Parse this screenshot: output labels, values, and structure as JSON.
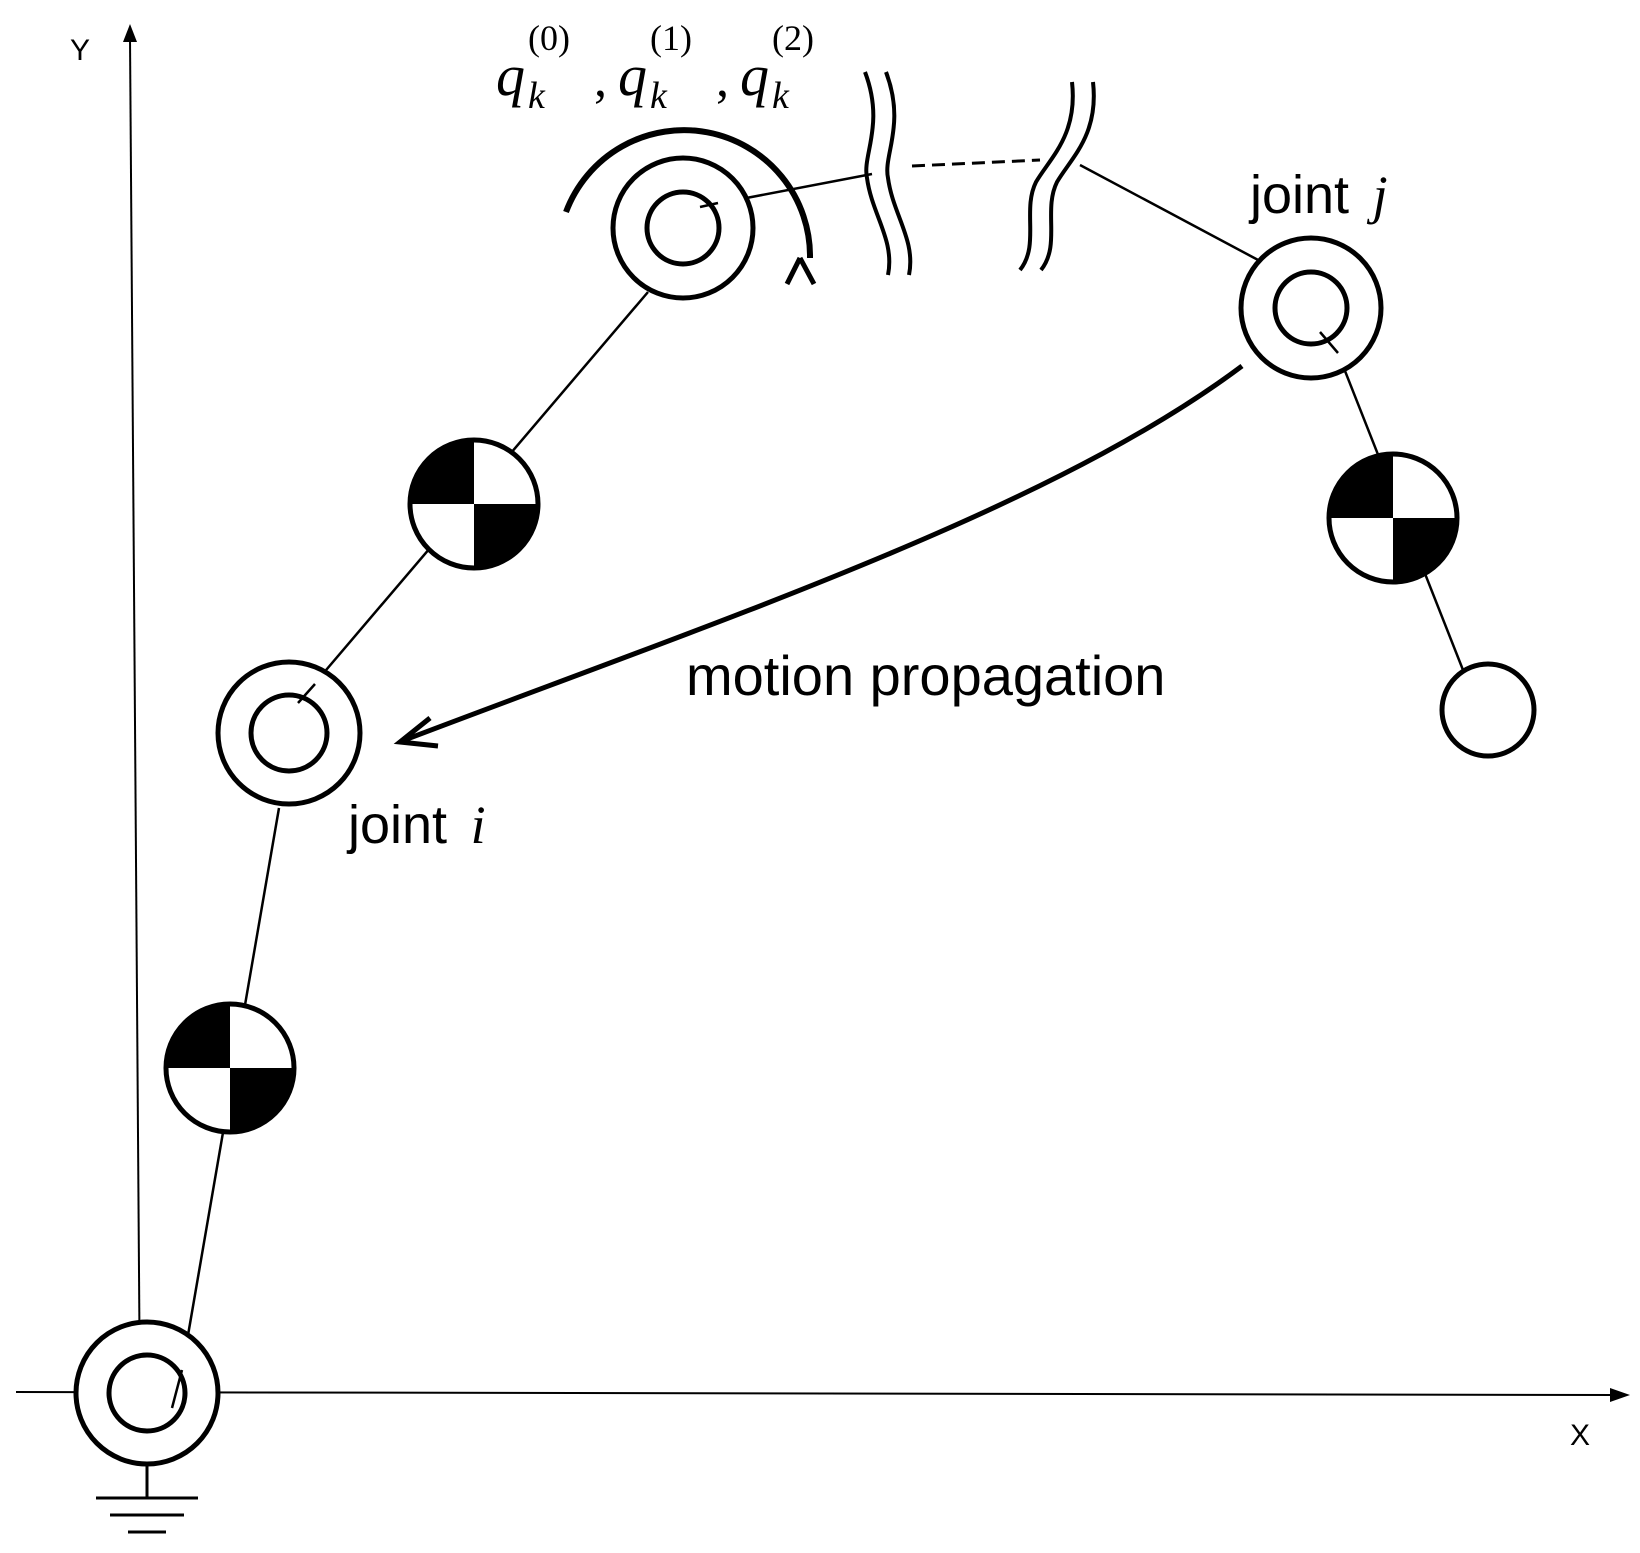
{
  "axes": {
    "x_label": "X",
    "y_label": "Y"
  },
  "labels": {
    "joint_i_word": "joint",
    "joint_i_var": "i",
    "joint_j_word": "joint",
    "joint_j_var": "j",
    "motion": "motion propagation"
  },
  "equation": {
    "var": "q",
    "sub": "k",
    "sup0": "(0)",
    "sup1": "(1)",
    "sup2": "(2)",
    "sep": ","
  },
  "colors": {
    "ink": "#000000",
    "paper": "#ffffff"
  }
}
